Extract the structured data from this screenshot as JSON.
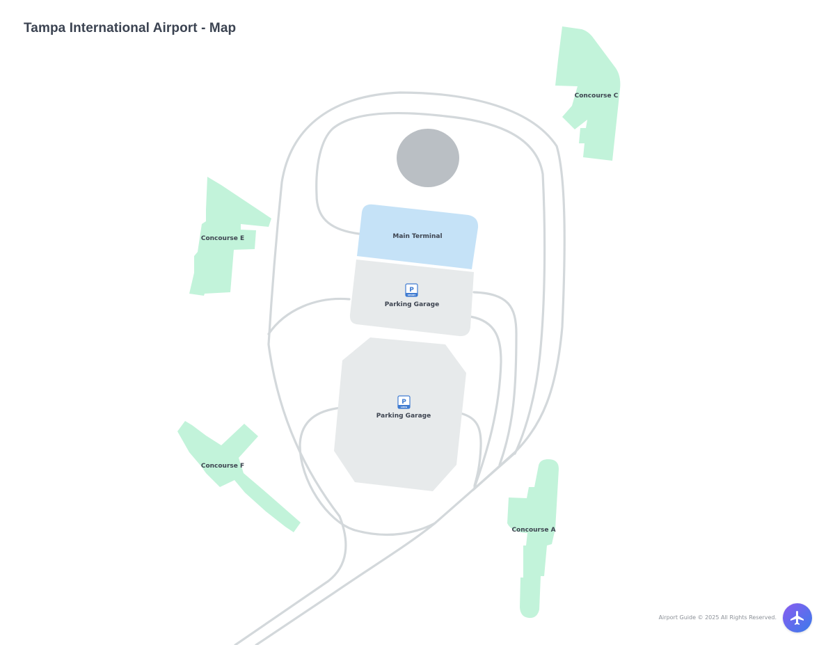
{
  "page": {
    "title": "Tampa International Airport - Map"
  },
  "map": {
    "concourses": [
      {
        "id": "C",
        "label": "Concourse C"
      },
      {
        "id": "E",
        "label": "Concourse E"
      },
      {
        "id": "F",
        "label": "Concourse F"
      },
      {
        "id": "A",
        "label": "Concourse A"
      }
    ],
    "main_terminal": {
      "label": "Main Terminal"
    },
    "garages": [
      {
        "label": "Parking Garage",
        "badge": "SHORT",
        "icon": "parking-icon"
      },
      {
        "label": "Parking Garage",
        "badge": "LONG",
        "icon": "parking-icon"
      }
    ],
    "colors": {
      "concourse": "#c2f3da",
      "terminal": "#c5e2f7",
      "garage": "#e7eaeb",
      "road": "#d3d8db",
      "lot": "#babfc4",
      "parking_badge": "#3f7bd1"
    }
  },
  "footer": {
    "copyright": "Airport Guide © 2025 All Rights Reserved."
  },
  "fab": {
    "icon": "airplane-icon",
    "gradient": [
      "#8a5cf0",
      "#3a7bea"
    ]
  }
}
